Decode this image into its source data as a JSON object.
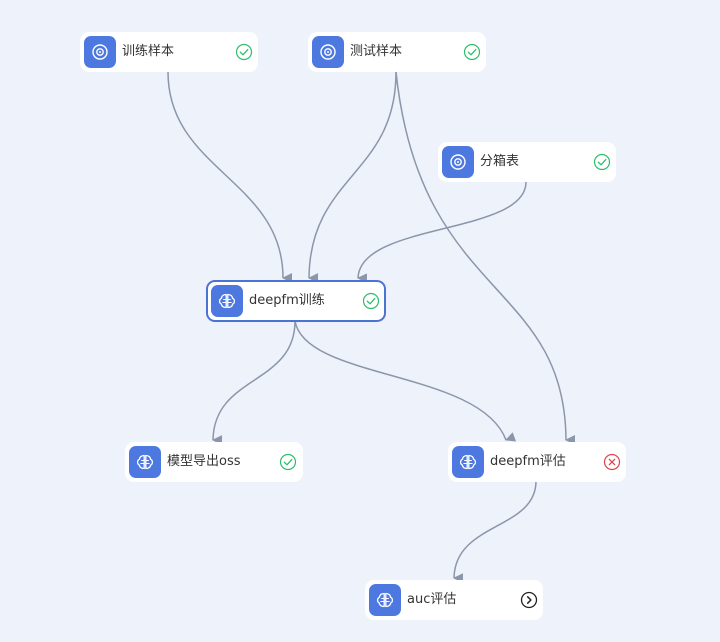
{
  "nodes": [
    {
      "id": "train-sample",
      "label": "训练样本",
      "icon": "sample-icon",
      "status": "success"
    },
    {
      "id": "test-sample",
      "label": "测试样本",
      "icon": "sample-icon",
      "status": "success"
    },
    {
      "id": "binning-table",
      "label": "分箱表",
      "icon": "sample-icon",
      "status": "success"
    },
    {
      "id": "deepfm-train",
      "label": "deepfm训练",
      "icon": "model-icon",
      "status": "success",
      "selected": true
    },
    {
      "id": "model-export",
      "label": "模型导出oss",
      "icon": "model-icon",
      "status": "success"
    },
    {
      "id": "deepfm-eval",
      "label": "deepfm评估",
      "icon": "model-icon",
      "status": "failed"
    },
    {
      "id": "auc-eval",
      "label": "auc评估",
      "icon": "model-icon",
      "status": "pending"
    }
  ],
  "edges": [
    {
      "from": "train-sample",
      "to": "deepfm-train"
    },
    {
      "from": "test-sample",
      "to": "deepfm-train"
    },
    {
      "from": "binning-table",
      "to": "deepfm-train"
    },
    {
      "from": "test-sample",
      "to": "deepfm-eval"
    },
    {
      "from": "deepfm-train",
      "to": "model-export"
    },
    {
      "from": "deepfm-train",
      "to": "deepfm-eval"
    },
    {
      "from": "deepfm-eval",
      "to": "auc-eval"
    }
  ],
  "colors": {
    "canvas": "#eef3fb",
    "edge": "#8c96ab",
    "icon_bg": "#4c78e0",
    "success": "#2fbd6b",
    "failed": "#e0454d",
    "pending": "#222222",
    "selected_border": "#4a73d4"
  }
}
